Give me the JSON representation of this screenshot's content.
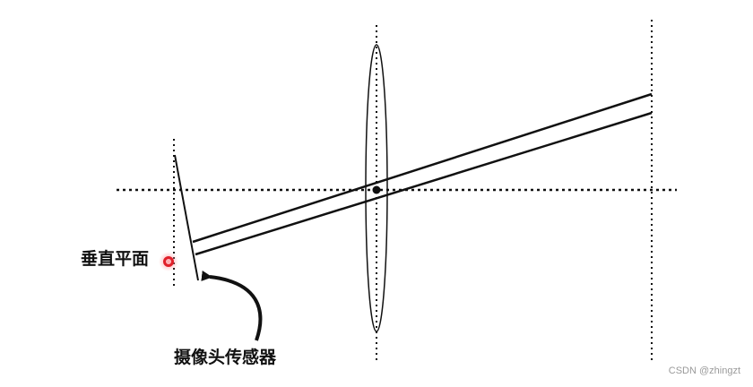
{
  "labels": {
    "vertical_plane": "垂直平面",
    "camera_sensor": "摄像头传感器"
  },
  "watermark": "CSDN @zhingzt",
  "colors": {
    "line": "#111111",
    "marker": "#e0202a",
    "marker_glow": "#ff9aa0",
    "watermark": "#9a9a9a"
  },
  "icons": {
    "marker": "red-circle-dot-icon",
    "pointer": "curved-arrow-icon"
  }
}
